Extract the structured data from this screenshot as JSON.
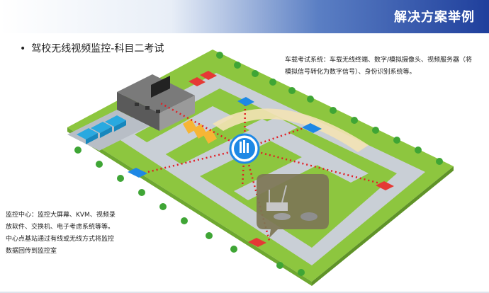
{
  "header": {
    "title": "解决方案举例"
  },
  "subtitle": {
    "bullet": "•",
    "text": "驾校无线视频监控-科目二考试"
  },
  "note_right": {
    "text": "车载考试系统：车载无线终端、数字/模拟摄像头、视频服务器（将模拟信号转化为数字信号）、身份识别系统等。"
  },
  "note_left": {
    "line1": "监控中心：监控大屏幕、KVM、视频录",
    "line2": "放软件、交换机、电子考虑系统等等。",
    "line3": "中心点基站通过有线或无线方式将监控",
    "line4": "数据回传到监控室"
  },
  "colors": {
    "ground": "#8dc63f",
    "road": "#c9cfd6",
    "link": "#e11e24",
    "station": "#1e88e5",
    "car_red": "#e53935",
    "car_blue": "#1e88e5",
    "truck": "#29a9e0",
    "arrow": "#f6b535"
  }
}
